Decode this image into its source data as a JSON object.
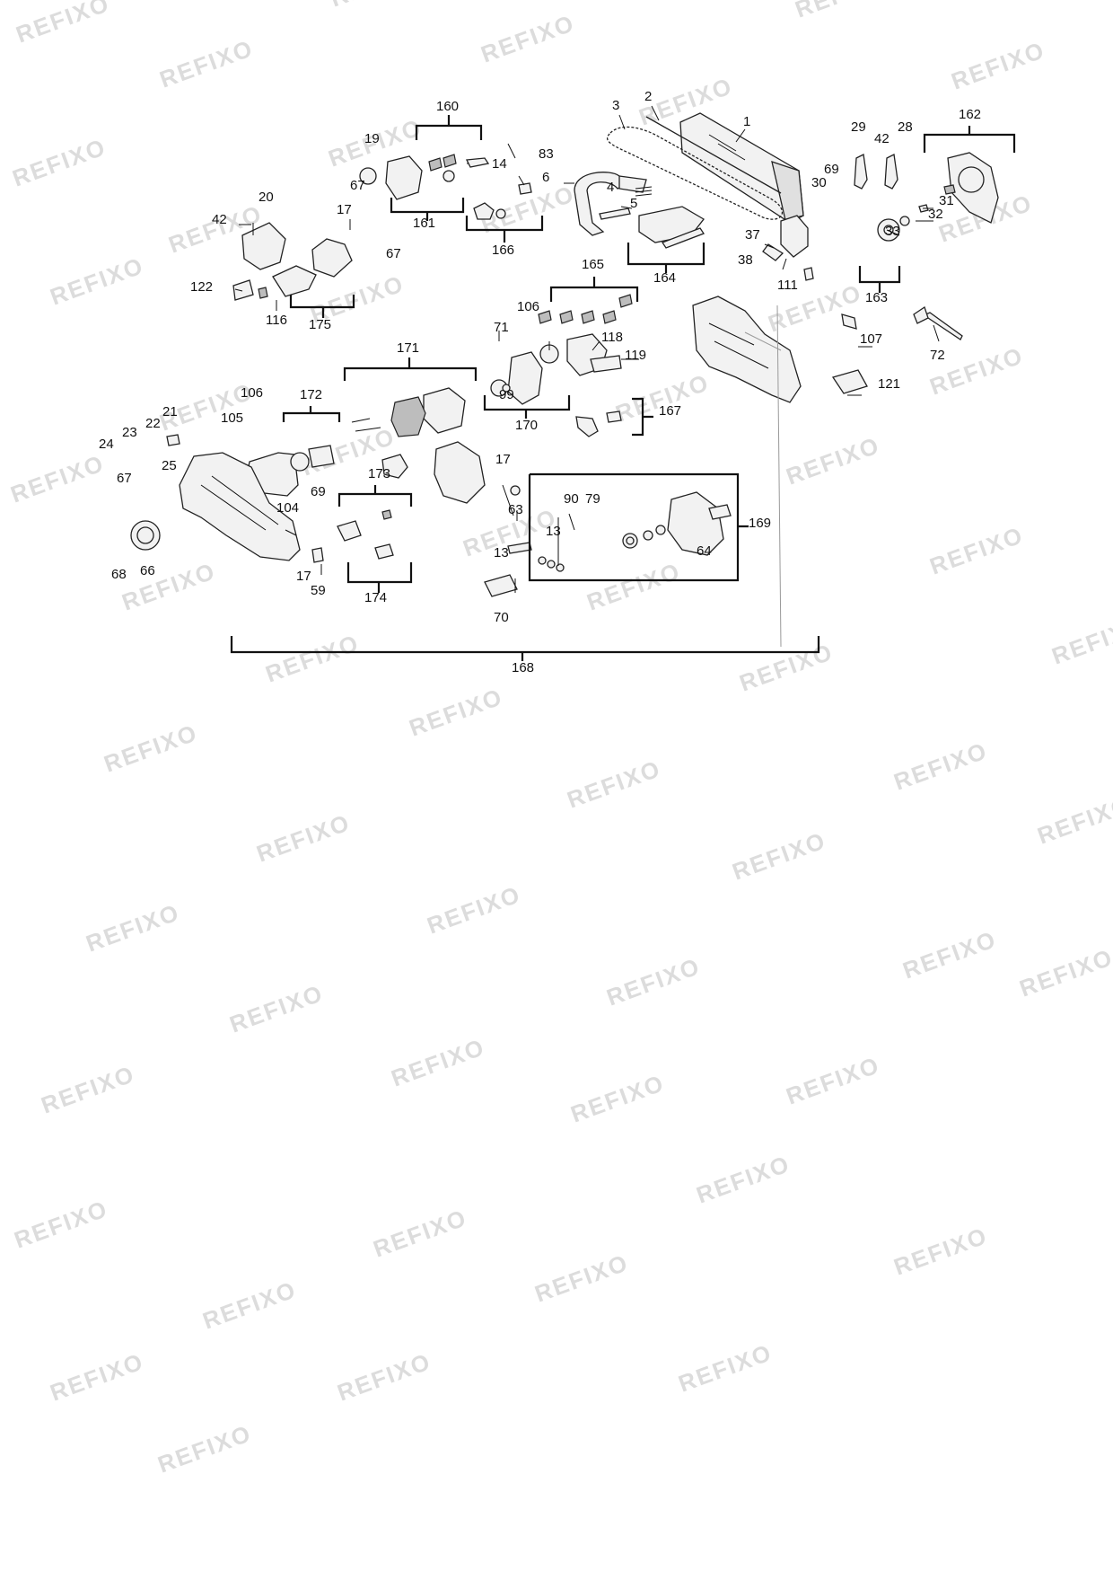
{
  "watermark": "REFIXO",
  "labels": [
    "1",
    "2",
    "3",
    "160",
    "14",
    "19",
    "67",
    "83",
    "6",
    "4",
    "5",
    "161",
    "166",
    "164",
    "20",
    "42",
    "17",
    "67",
    "122",
    "116",
    "175",
    "165",
    "106",
    "118",
    "119",
    "71",
    "99",
    "170",
    "171",
    "106",
    "105",
    "21",
    "22",
    "23",
    "24",
    "25",
    "67",
    "172",
    "104",
    "69",
    "173",
    "174",
    "17",
    "59",
    "68",
    "66",
    "17",
    "63",
    "90",
    "79",
    "13",
    "64",
    "169",
    "13",
    "70",
    "168",
    "29",
    "42",
    "28",
    "162",
    "69",
    "30",
    "31",
    "32",
    "33",
    "37",
    "38",
    "111",
    "163",
    "107",
    "72",
    "121",
    "167"
  ]
}
